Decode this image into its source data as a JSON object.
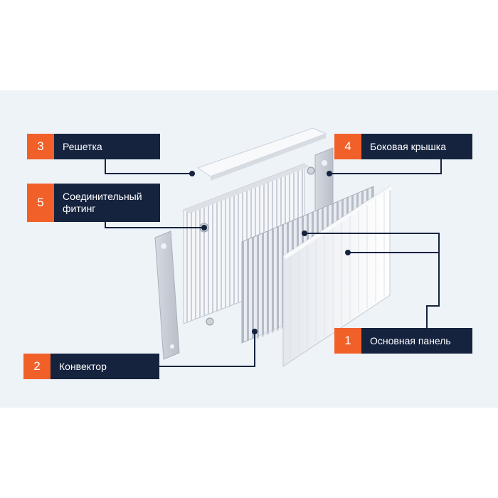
{
  "callouts": [
    {
      "number": "1",
      "label": "Основная панель"
    },
    {
      "number": "2",
      "label": "Конвектор"
    },
    {
      "number": "3",
      "label": "Решетка"
    },
    {
      "number": "4",
      "label": "Боковая крышка"
    },
    {
      "number": "5",
      "label_line1": "Соединительный",
      "label_line2": "фитинг"
    }
  ],
  "colors": {
    "accent": "#f2602a",
    "label_bg": "#15233f",
    "leader_line": "#15233f",
    "background_panel": "#eef3f8"
  }
}
